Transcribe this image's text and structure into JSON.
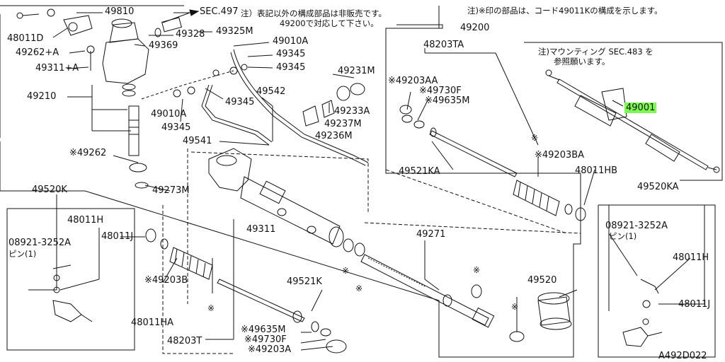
{
  "notes": {
    "top_center": "注）表記以外の構成部品は非販売です。",
    "top_center_2": "49200で対応して下さい。",
    "top_right": "注)※印の部品は、コード49011Kの構成を示します。",
    "mounting": "注)マウンティング SEC.483 を",
    "mounting_2": "参照願います。",
    "sec_ref": "SEC.497",
    "diagram_code": "A492D022"
  },
  "labels": {
    "p49810": "49810",
    "p48011D": "48011D",
    "p49262A": "49262+A",
    "p49311A": "49311+A",
    "p49210": "49210",
    "p49369": "49369",
    "p49328": "49328",
    "p49325M": "49325M",
    "p49200": "49200",
    "p49010A_top": "49010A",
    "p49345_a": "49345",
    "p49345_b": "49345",
    "p49345_c": "49345",
    "p49010A_left": "49010A",
    "p49345_d": "49345",
    "p49542": "49542",
    "p49231M": "49231M",
    "p49233A": "49233A",
    "p49237M": "49237M",
    "p49236M": "49236M",
    "p49541": "49541",
    "p49262_star": "※49262",
    "p49273M": "49273M",
    "p48203TA": "48203TA",
    "p49203AA": "※49203AA",
    "p49730F_r": "※49730F",
    "p49635M_r": "※49635M",
    "p49521KA": "49521KA",
    "p49203BA": "※49203BA",
    "p48011HB": "48011HB",
    "p49001": "49001",
    "p49520K": "49520K",
    "p48011H_l": "48011H",
    "p48011J_l": "48011J",
    "p08921_l": "08921-3252A",
    "pin_l": "ピン(1)",
    "p49311": "49311",
    "p49271": "49271",
    "p49203B": "※49203B",
    "p49521K": "49521K",
    "p48011HA": "48011HA",
    "p49635M_l": "※49635M",
    "p49730F_l": "※49730F",
    "p48203T": "48203T",
    "p49203A": "※49203A",
    "p49520": "49520",
    "p49520KA": "49520KA",
    "p08921_r": "08921-3252A",
    "pin_r": "ピン(1)",
    "p48011H_r": "48011H",
    "p48011J_r": "48011J",
    "star_a": "※",
    "star_b": "※",
    "star_c": "※",
    "star_d": "※",
    "star_e": "※",
    "star_f": "※"
  },
  "colors": {
    "line": "#111111",
    "highlight": "#7CFC4E"
  }
}
